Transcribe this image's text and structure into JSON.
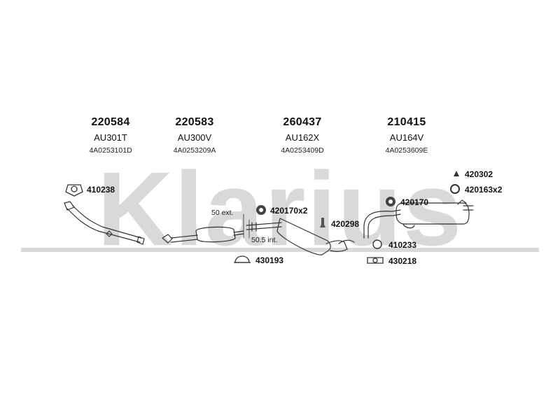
{
  "brand": {
    "watermark": "Klarius"
  },
  "columns": [
    {
      "part": "220584",
      "code": "AU301T",
      "oem": "4A0253101D"
    },
    {
      "part": "220583",
      "code": "AU300V",
      "oem": "4A0253209A"
    },
    {
      "part": "260437",
      "code": "AU162X",
      "oem": "4A0253409D"
    },
    {
      "part": "210415",
      "code": "AU164V",
      "oem": "4A0253609E"
    }
  ],
  "fittings": {
    "f410238": "410238",
    "f420170x2": "420170x2",
    "f420298": "420298",
    "f430193": "430193",
    "f420170": "420170",
    "f410233": "410233",
    "f430218": "430218",
    "f420302": "420302",
    "f420163x2": "420163x2"
  },
  "notes": {
    "ext": "50 ext.",
    "int": "50.5 int."
  }
}
